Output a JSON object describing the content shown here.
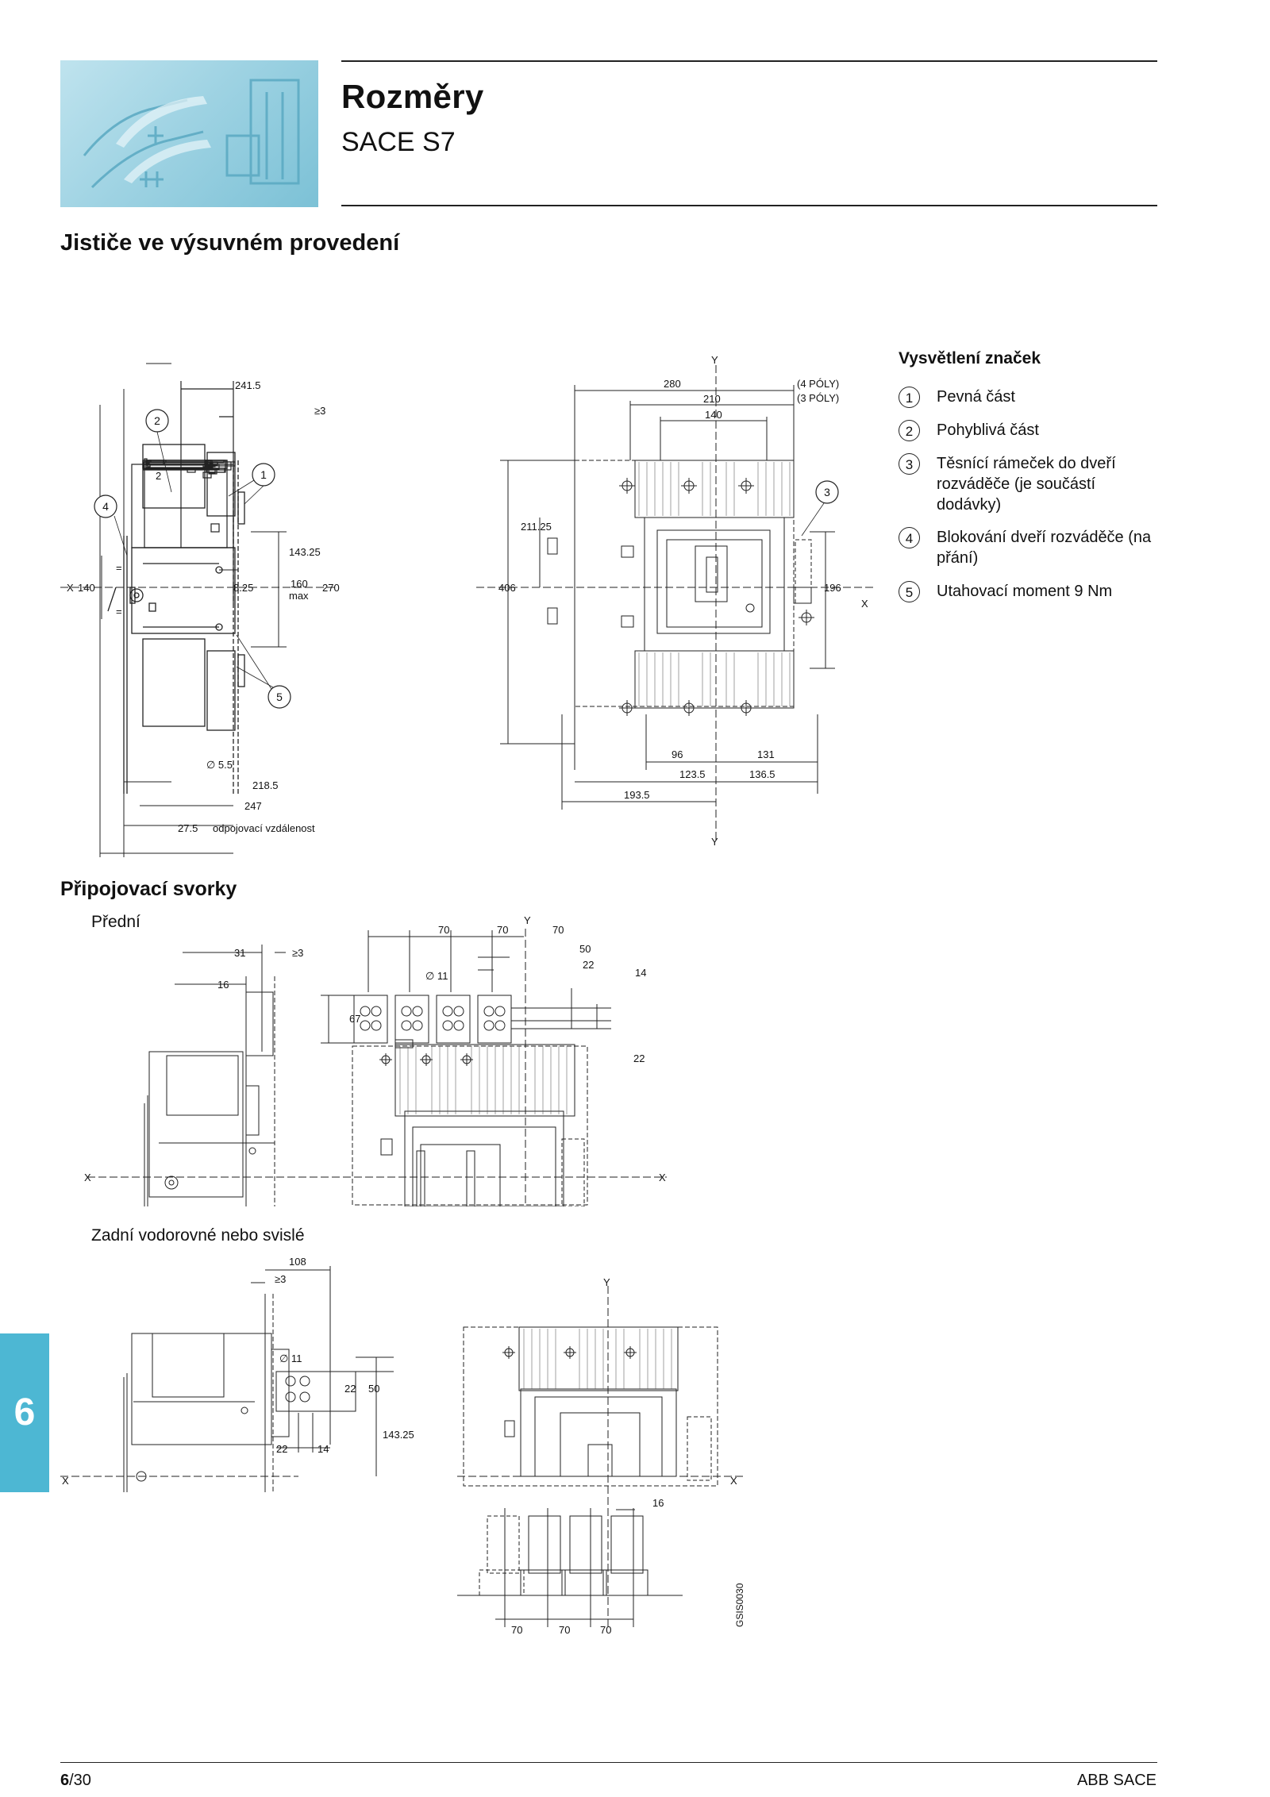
{
  "header": {
    "title": "Rozměry",
    "subtitle": "SACE S7"
  },
  "section1": {
    "heading": "Jističe ve výsuvném provedení"
  },
  "legend": {
    "title": "Vysvětlení značek",
    "items": [
      {
        "num": "1",
        "text": "Pevná část"
      },
      {
        "num": "2",
        "text": "Pohyblivá část"
      },
      {
        "num": "3",
        "text": "Těsnící rámeček do dveří rozváděče (je součástí dodávky)"
      },
      {
        "num": "4",
        "text": "Blokování dveří rozváděče (na přání)"
      },
      {
        "num": "5",
        "text": "Utahovací moment 9 Nm"
      }
    ]
  },
  "drawing_side": {
    "dims": {
      "d241_5": "241.5",
      "ge3": "≥3",
      "d2": "2",
      "d143_25": "143.25",
      "d140": "140",
      "d8_25": "8.25",
      "d160": "160",
      "max": "max",
      "d270": "270",
      "d5_5": "∅ 5.5",
      "d218_5": "218.5",
      "d247": "247",
      "d27_5": "27.5",
      "odpoj": "odpojovací vzdálenost",
      "eq": "=",
      "X": "X"
    },
    "callouts": [
      "1",
      "2",
      "4",
      "5"
    ]
  },
  "drawing_front": {
    "dims": {
      "Y": "Y",
      "d280": "280",
      "d210": "210",
      "d140": "140",
      "p4": "(4 PÓLY)",
      "p3": "(3 PÓLY)",
      "d211_25": "211.25",
      "d406": "406",
      "d196": "196",
      "X": "X",
      "d96": "96",
      "d131": "131",
      "d123_5": "123.5",
      "d136_5": "136.5",
      "d193_5": "193.5"
    },
    "callouts": [
      "3"
    ]
  },
  "section2": {
    "heading": "Připojovací svorky",
    "sub_front": "Přední",
    "sub_rear": "Zadní vodorovné nebo svislé"
  },
  "terminals_front": {
    "dims": {
      "d31": "31",
      "ge3": "≥3",
      "d16": "16",
      "d67": "67",
      "d70a": "70",
      "d70b": "70",
      "d70c": "70",
      "Y": "Y",
      "d50": "50",
      "d14": "14",
      "d11": "∅ 11",
      "d22a": "22",
      "d22b": "22",
      "X": "X"
    }
  },
  "terminals_rear": {
    "dims": {
      "d108": "108",
      "ge3": "≥3",
      "d11": "∅ 11",
      "d22a": "22",
      "d50": "50",
      "d22b": "22",
      "d14": "14",
      "d143_25": "143.25",
      "Y": "Y",
      "X": "X",
      "d16": "16",
      "d70a": "70",
      "d70b": "70",
      "d70c": "70",
      "code": "GSIS0030"
    }
  },
  "side_tab": "6",
  "footer": {
    "page_bold": "6",
    "page_rest": "/30",
    "brand": "ABB SACE"
  }
}
